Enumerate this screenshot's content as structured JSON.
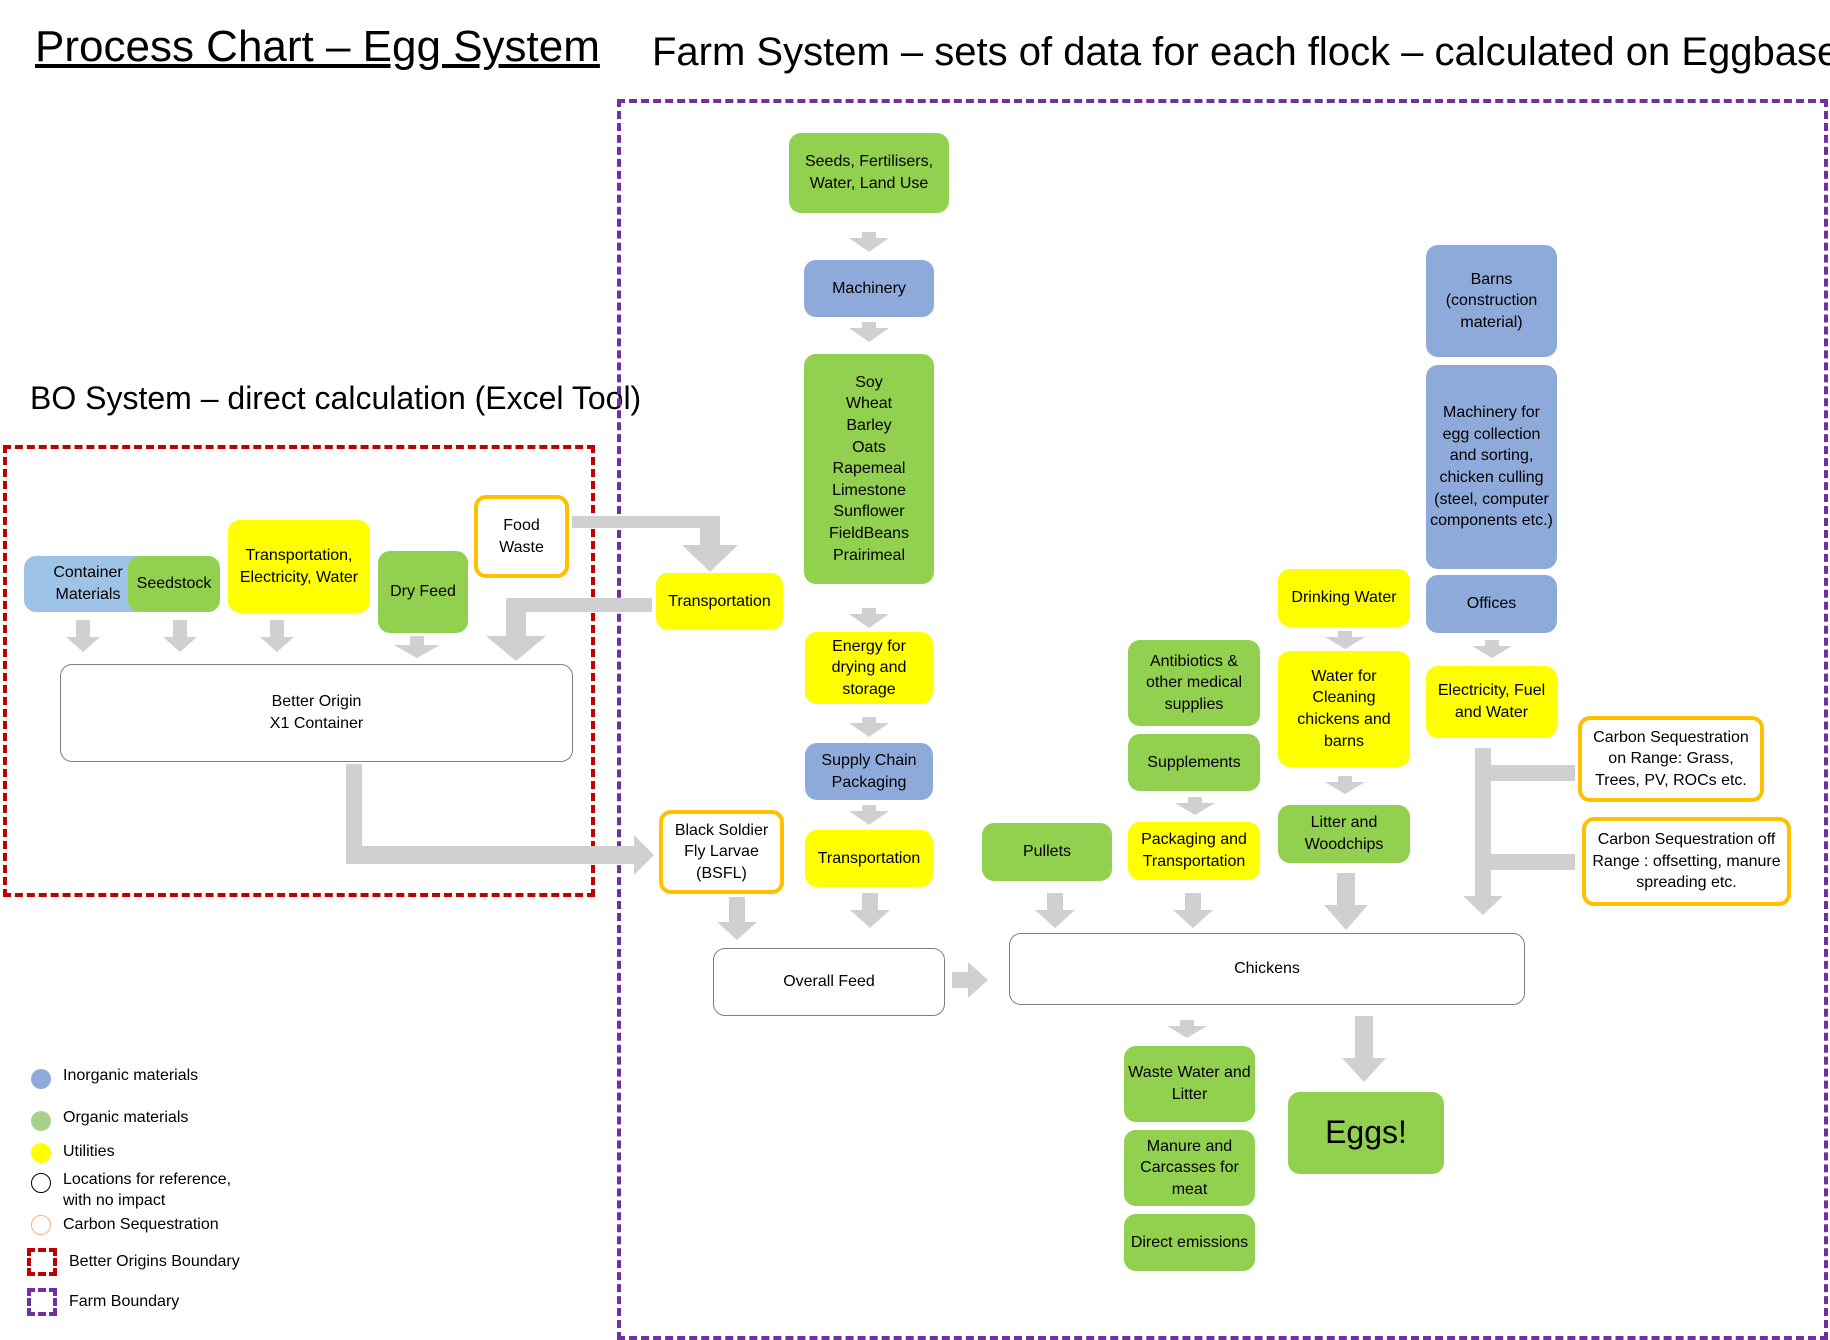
{
  "titles": {
    "main": "Process Chart – Egg System",
    "farm": "Farm System – sets of data for each flock – calculated on Eggbase",
    "bo": "BO System – direct calculation (Excel Tool)"
  },
  "colors": {
    "inorganic": "#8eaadb",
    "organic": "#92d050",
    "utilities": "#ffff00",
    "carbon": "#ffc000",
    "bo_boundary": "#c00000",
    "farm_boundary": "#7030a0",
    "arrow": "#d0d0d0"
  },
  "nodes": {
    "container_materials": "Container Materials",
    "seedstock": "Seedstock",
    "transport_elec_water": "Transportation, Electricity, Water",
    "dry_feed": "Dry Feed",
    "food_waste": "Food Waste",
    "better_origin": "Better Origin\nX1 Container",
    "transportation_bo": "Transportation",
    "bsfl": "Black Soldier Fly Larvae (BSFL)",
    "seeds": "Seeds, Fertilisers, Water, Land Use",
    "machinery": "Machinery",
    "crops": "Soy\nWheat\nBarley\nOats\nRapemeal\nLimestone\nSunflower\nFieldBeans\nPrairimeal",
    "energy_drying": "Energy for drying and storage",
    "supply_chain": "Supply Chain Packaging",
    "transportation_feed": "Transportation",
    "overall_feed": "Overall Feed",
    "pullets": "Pullets",
    "antibiotics": "Antibiotics & other medical supplies",
    "supplements": "Supplements",
    "packaging_transport": "Packaging and Transportation",
    "drinking_water": "Drinking Water",
    "water_cleaning": "Water for Cleaning chickens and barns",
    "litter": "Litter and Woodchips",
    "barns": "Barns (construction material)",
    "machinery_egg": "Machinery for egg collection and sorting, chicken culling (steel, computer components etc.)",
    "offices": "Offices",
    "electricity": "Electricity, Fuel and Water",
    "carbon_on": "Carbon Sequestration on Range:  Grass, Trees, PV, ROCs etc.",
    "carbon_off": "Carbon Sequestration off Range :  offsetting, manure spreading etc.",
    "chickens": "Chickens",
    "waste_water": "Waste Water and Litter",
    "manure": "Manure and Carcasses for meat",
    "direct_emissions": "Direct emissions",
    "eggs": "Eggs!"
  },
  "legend": {
    "inorganic": "Inorganic materials",
    "organic": "Organic materials",
    "utilities": "Utilities",
    "locations": "Locations for reference,\nwith no impact",
    "carbon": "Carbon Sequestration",
    "bo_boundary": "Better Origins Boundary",
    "farm_boundary": "Farm Boundary"
  }
}
